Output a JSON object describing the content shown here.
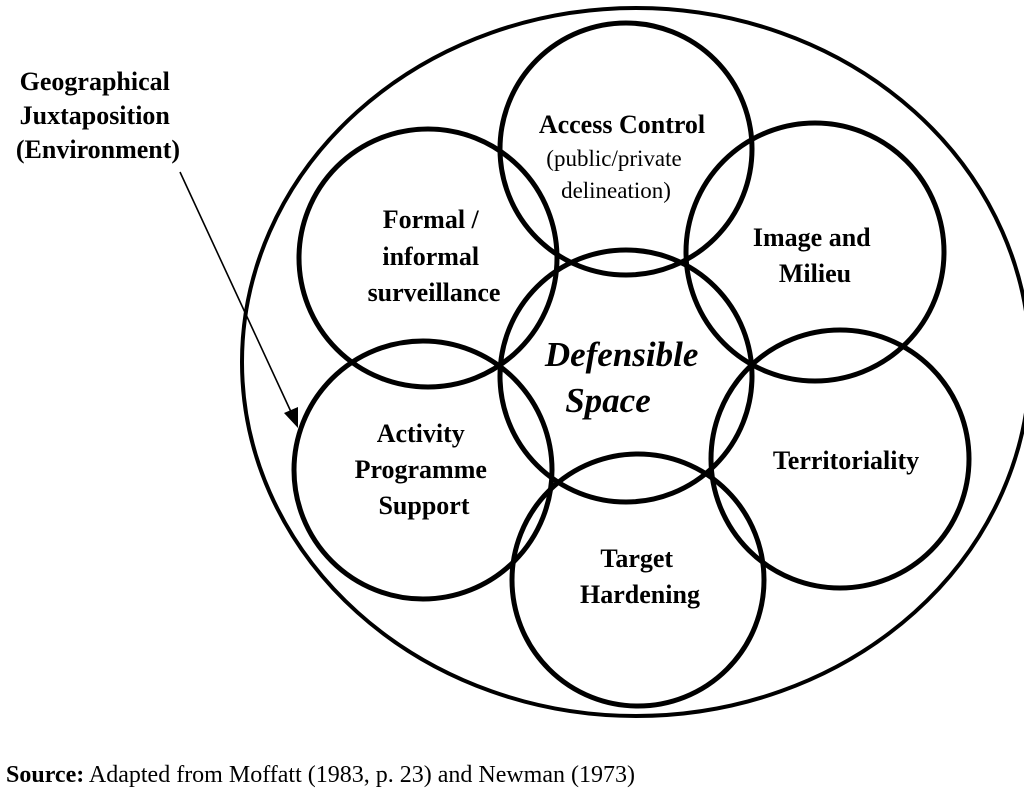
{
  "diagram": {
    "environment_label": {
      "lines": [
        "Geographical",
        "Juxtaposition",
        "(Environment)"
      ]
    },
    "center": {
      "lines": [
        "Defensible",
        "Space"
      ]
    },
    "circles": [
      {
        "id": "access-control",
        "bold_lines": [
          "Access Control"
        ],
        "plain_lines": [
          "(public/private",
          "delineation)"
        ]
      },
      {
        "id": "image-and-milieu",
        "bold_lines": [
          "Image and",
          "Milieu"
        ],
        "plain_lines": []
      },
      {
        "id": "territoriality",
        "bold_lines": [
          "Territoriality"
        ],
        "plain_lines": []
      },
      {
        "id": "target-hardening",
        "bold_lines": [
          "Target",
          "Hardening"
        ],
        "plain_lines": []
      },
      {
        "id": "activity-programme-support",
        "bold_lines": [
          "Activity",
          "Programme",
          "Support"
        ],
        "plain_lines": []
      },
      {
        "id": "formal-informal-surveillance",
        "bold_lines": [
          "Formal /",
          "informal",
          "surveillance"
        ],
        "plain_lines": []
      }
    ]
  },
  "source": {
    "label": "Source:",
    "text": " Adapted from Moffatt (1983, p. 23) and Newman (1973)"
  }
}
